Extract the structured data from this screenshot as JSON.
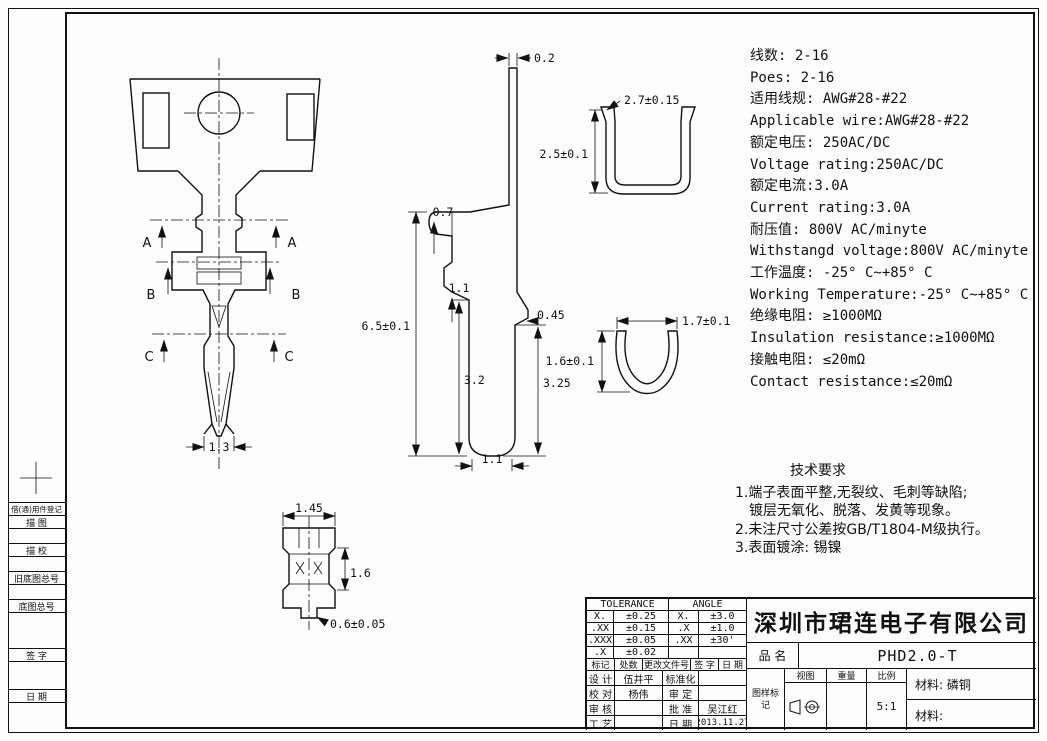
{
  "specs": {
    "lines": [
      "线数: 2-16",
      "Poes: 2-16",
      "适用线规: AWG#28-#22",
      "Applicable wire:AWG#28-#22",
      "额定电压: 250AC/DC",
      "Voltage rating:250AC/DC",
      "额定电流:3.0A",
      "Current rating:3.0A",
      "耐压值: 800V AC/minyte",
      "Withstangd voltage:800V AC/minyte",
      "工作温度: -25° C~+85° C",
      "Working Temperature:-25° C~+85° C",
      "绝缘电阻: ≥1000MΩ",
      "Insulation resistance:≥1000MΩ",
      "接触电阻: ≤20mΩ",
      "Contact resistance:≤20mΩ"
    ]
  },
  "tech": {
    "title": "技术要求",
    "items": [
      "1.端子表面平整,无裂纹、毛刺等缺陷;",
      "镀层无氧化、脱落、发黄等现象。",
      "2.未注尺寸公差按GB/T1804-M级执行。",
      "3.表面镀涂: 锡镍"
    ]
  },
  "dims": {
    "front_width": "1.3",
    "side_tip": "0.2",
    "side_step": "0.7",
    "side_gap": "1.1",
    "side_total": "6.5±0.1",
    "side_lance": "0.45",
    "side_h1": "3.2",
    "side_h2": "3.25",
    "side_bottom": "1.1",
    "u1_w": "2.7±0.15",
    "u1_h": "2.5±0.1",
    "u2_w": "1.7±0.1",
    "u2_h": "1.6±0.1",
    "bv_w": "1.45",
    "bv_h": "1.6",
    "bv_stem": "0.6±0.05",
    "sec_a": "A",
    "sec_b": "B",
    "sec_c": "C"
  },
  "margin": {
    "labels": [
      "借(通)用件登记",
      "描 图",
      "描 校",
      "旧底图总号",
      "底图总号",
      "签 字",
      "日 期"
    ]
  },
  "title_block": {
    "tolerance_header": "TOLERANCE",
    "angle_header": "ANGLE",
    "tol_rows": [
      {
        "l1": "X.",
        "v1": "±0.25",
        "l2": "X.",
        "v2": "±3.0"
      },
      {
        "l1": ".XX",
        "v1": "±0.15",
        "l2": ".X",
        "v2": "±1.0"
      },
      {
        "l1": ".XXX",
        "v1": "±0.05",
        "l2": ".XX",
        "v2": "±30'"
      },
      {
        "l1": ".X",
        "v1": "±0.02",
        "l2": "",
        "v2": ""
      }
    ],
    "rev": {
      "c1": "标记",
      "c2": "处数",
      "c3": "更改文件号",
      "c4": "签 字",
      "c5": "日 期"
    },
    "sign_rows": [
      {
        "c1": "设 计",
        "c2": "伍井平",
        "c3": "标准化",
        "c4": ""
      },
      {
        "c1": "校 对",
        "c2": "杨伟",
        "c3": "审 定",
        "c4": ""
      },
      {
        "c1": "审 核",
        "c2": "",
        "c3": "批 准",
        "c4": "吴江红"
      },
      {
        "c1": "工 艺",
        "c2": "",
        "c3": "日 期",
        "c4": "2013.11.27"
      }
    ],
    "company": "深圳市珺连电子有限公司",
    "part_label": "品 名",
    "part_name": "PHD2.0-T",
    "view_mark_1": "图样标",
    "view_mark_2": "记",
    "view_col": "视图",
    "weight_col": "重量",
    "scale_col": "比例",
    "scale_value": "5:1",
    "material_1": "材料: 磷铜",
    "material_2": "材料:"
  }
}
